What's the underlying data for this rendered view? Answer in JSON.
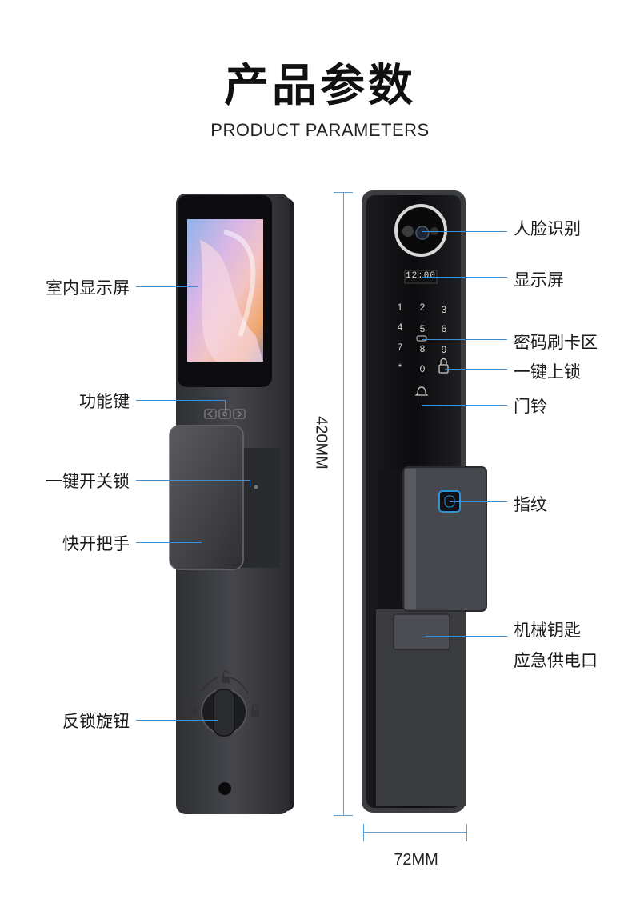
{
  "header": {
    "title": "产品参数",
    "subtitle": "PRODUCT PARAMETERS"
  },
  "left_labels": {
    "indoor_screen": "室内显示屏",
    "function_keys": "功能键",
    "one_key_switch": "一键开关锁",
    "quick_handle": "快开把手",
    "anti_lock_knob": "反锁旋钮"
  },
  "right_labels": {
    "face_recognition": "人脸识别",
    "display_screen": "显示屏",
    "password_card": "密码刷卡区",
    "one_key_lock": "一键上锁",
    "doorbell": "门铃",
    "fingerprint": "指纹",
    "mech_key": "机械钥匙",
    "emergency_power": "应急供电口"
  },
  "dimensions": {
    "height": "420MM",
    "width": "72MM"
  },
  "display_time": "12:00",
  "keypad": [
    "1",
    "2",
    "3",
    "4",
    "5",
    "6",
    "7",
    "8",
    "9",
    "*",
    "0"
  ],
  "colors": {
    "accent_line": "#3a8fd6",
    "lock_body": "#3b3c40",
    "front_panel": "#0e0e10"
  }
}
